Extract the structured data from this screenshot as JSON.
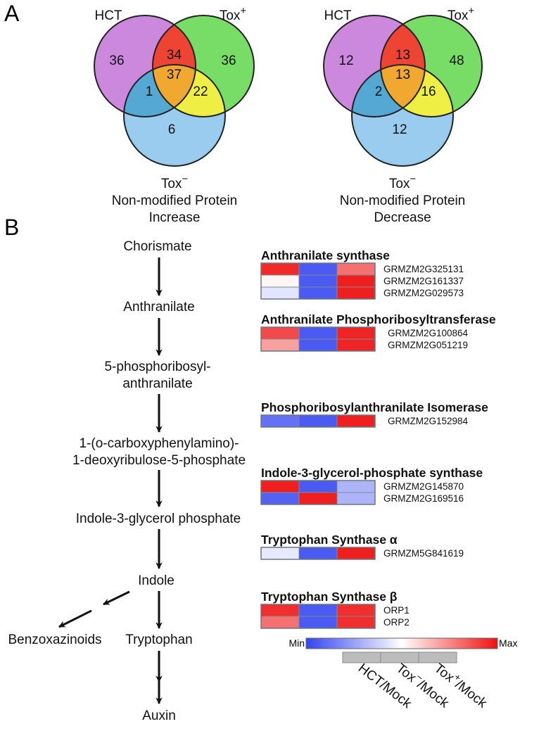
{
  "panel_labels": {
    "a": "A",
    "b": "B"
  },
  "venns": [
    {
      "set_labels": {
        "left": "HCT",
        "right_base": "Tox",
        "right_sup": "+",
        "bottom_base": "Tox",
        "bottom_sup": "−"
      },
      "regions": {
        "left_only": "36",
        "right_only": "36",
        "bottom_only": "6",
        "left_right": "34",
        "left_bottom": "1",
        "right_bottom": "22",
        "all": "37"
      },
      "caption": [
        "Non-modified Protein",
        "Increase"
      ]
    },
    {
      "set_labels": {
        "left": "HCT",
        "right_base": "Tox",
        "right_sup": "+",
        "bottom_base": "Tox",
        "bottom_sup": "−"
      },
      "regions": {
        "left_only": "12",
        "right_only": "48",
        "bottom_only": "12",
        "left_right": "13",
        "left_bottom": "2",
        "right_bottom": "16",
        "all": "13"
      },
      "caption": [
        "Non-modified Protein",
        "Decrease"
      ]
    }
  ],
  "venn_colors": {
    "left": "#cc88dd",
    "right": "#77dd66",
    "bottom": "#99ccee",
    "left_right": "#ee4433",
    "left_bottom": "#55a7d4",
    "right_bottom": "#eeee44",
    "all": "#f0a830"
  },
  "pathway": {
    "nodes": [
      {
        "id": "chorismate",
        "lines": [
          "Chorismate"
        ]
      },
      {
        "id": "anthranilate",
        "lines": [
          "Anthranilate"
        ]
      },
      {
        "id": "5-phosphoribosyl-anthranilate",
        "lines": [
          "5-phosphoribosyl-",
          "anthranilate"
        ]
      },
      {
        "id": "cdrp",
        "lines": [
          "1-(o-carboxyphenylamino)-",
          "1-deoxyribulose-5-phosphate"
        ]
      },
      {
        "id": "indole-3-glycerol-phosphate",
        "lines": [
          "Indole-3-glycerol phosphate"
        ]
      },
      {
        "id": "indole",
        "lines": [
          "Indole"
        ]
      },
      {
        "id": "benzoxazinoids",
        "lines": [
          "Benzoxazinoids"
        ]
      },
      {
        "id": "tryptophan",
        "lines": [
          "Tryptophan"
        ]
      },
      {
        "id": "auxin",
        "lines": [
          "Auxin"
        ]
      }
    ]
  },
  "heatmap": {
    "scale_min_label": "Min",
    "scale_max_label": "Max",
    "scale_colors": [
      "#3344ee",
      "#ffffff",
      "#ee1111"
    ],
    "column_labels": [
      {
        "base": "HCT/Mock"
      },
      {
        "base": "Tox",
        "sup": "−",
        "rest": "/Mock"
      },
      {
        "base": "Tox",
        "sup": "+",
        "rest": "/Mock"
      }
    ],
    "groups": [
      {
        "title": "Anthranilate synthase",
        "rows": [
          {
            "gene": "GRMZM2G325131",
            "values": [
              0.95,
              0.06,
              0.8
            ]
          },
          {
            "gene": "GRMZM2G161337",
            "values": [
              0.52,
              0.06,
              0.97
            ]
          },
          {
            "gene": "GRMZM2G029573",
            "values": [
              0.43,
              0.06,
              0.97
            ]
          }
        ]
      },
      {
        "title": "Anthranilate Phosphoribosyltransferase",
        "rows": [
          {
            "gene": "GRMZM2G100864",
            "values": [
              0.88,
              0.06,
              0.96
            ]
          },
          {
            "gene": "GRMZM2G051219",
            "values": [
              0.7,
              0.06,
              0.96
            ]
          }
        ]
      },
      {
        "title": "Phosphoribosylanthranilate Isomerase",
        "rows": [
          {
            "gene": "GRMZM2G152984",
            "values": [
              0.12,
              0.06,
              0.97
            ]
          }
        ]
      },
      {
        "title": "Indole-3-glycerol-phosphate synthase",
        "rows": [
          {
            "gene": "GRMZM2G145870",
            "values": [
              0.97,
              0.06,
              0.3
            ]
          },
          {
            "gene": "GRMZM2G169516",
            "values": [
              0.08,
              0.97,
              0.3
            ]
          }
        ]
      },
      {
        "title": "Tryptophan Synthase α",
        "rows": [
          {
            "gene": "GRMZM5G841619",
            "values": [
              0.44,
              0.06,
              0.97
            ]
          }
        ]
      },
      {
        "title": "Tryptophan Synthase β",
        "rows": [
          {
            "gene": "ORP1",
            "values": [
              0.94,
              0.06,
              0.94
            ]
          },
          {
            "gene": "ORP2",
            "values": [
              0.8,
              0.06,
              0.94
            ]
          }
        ]
      }
    ]
  }
}
